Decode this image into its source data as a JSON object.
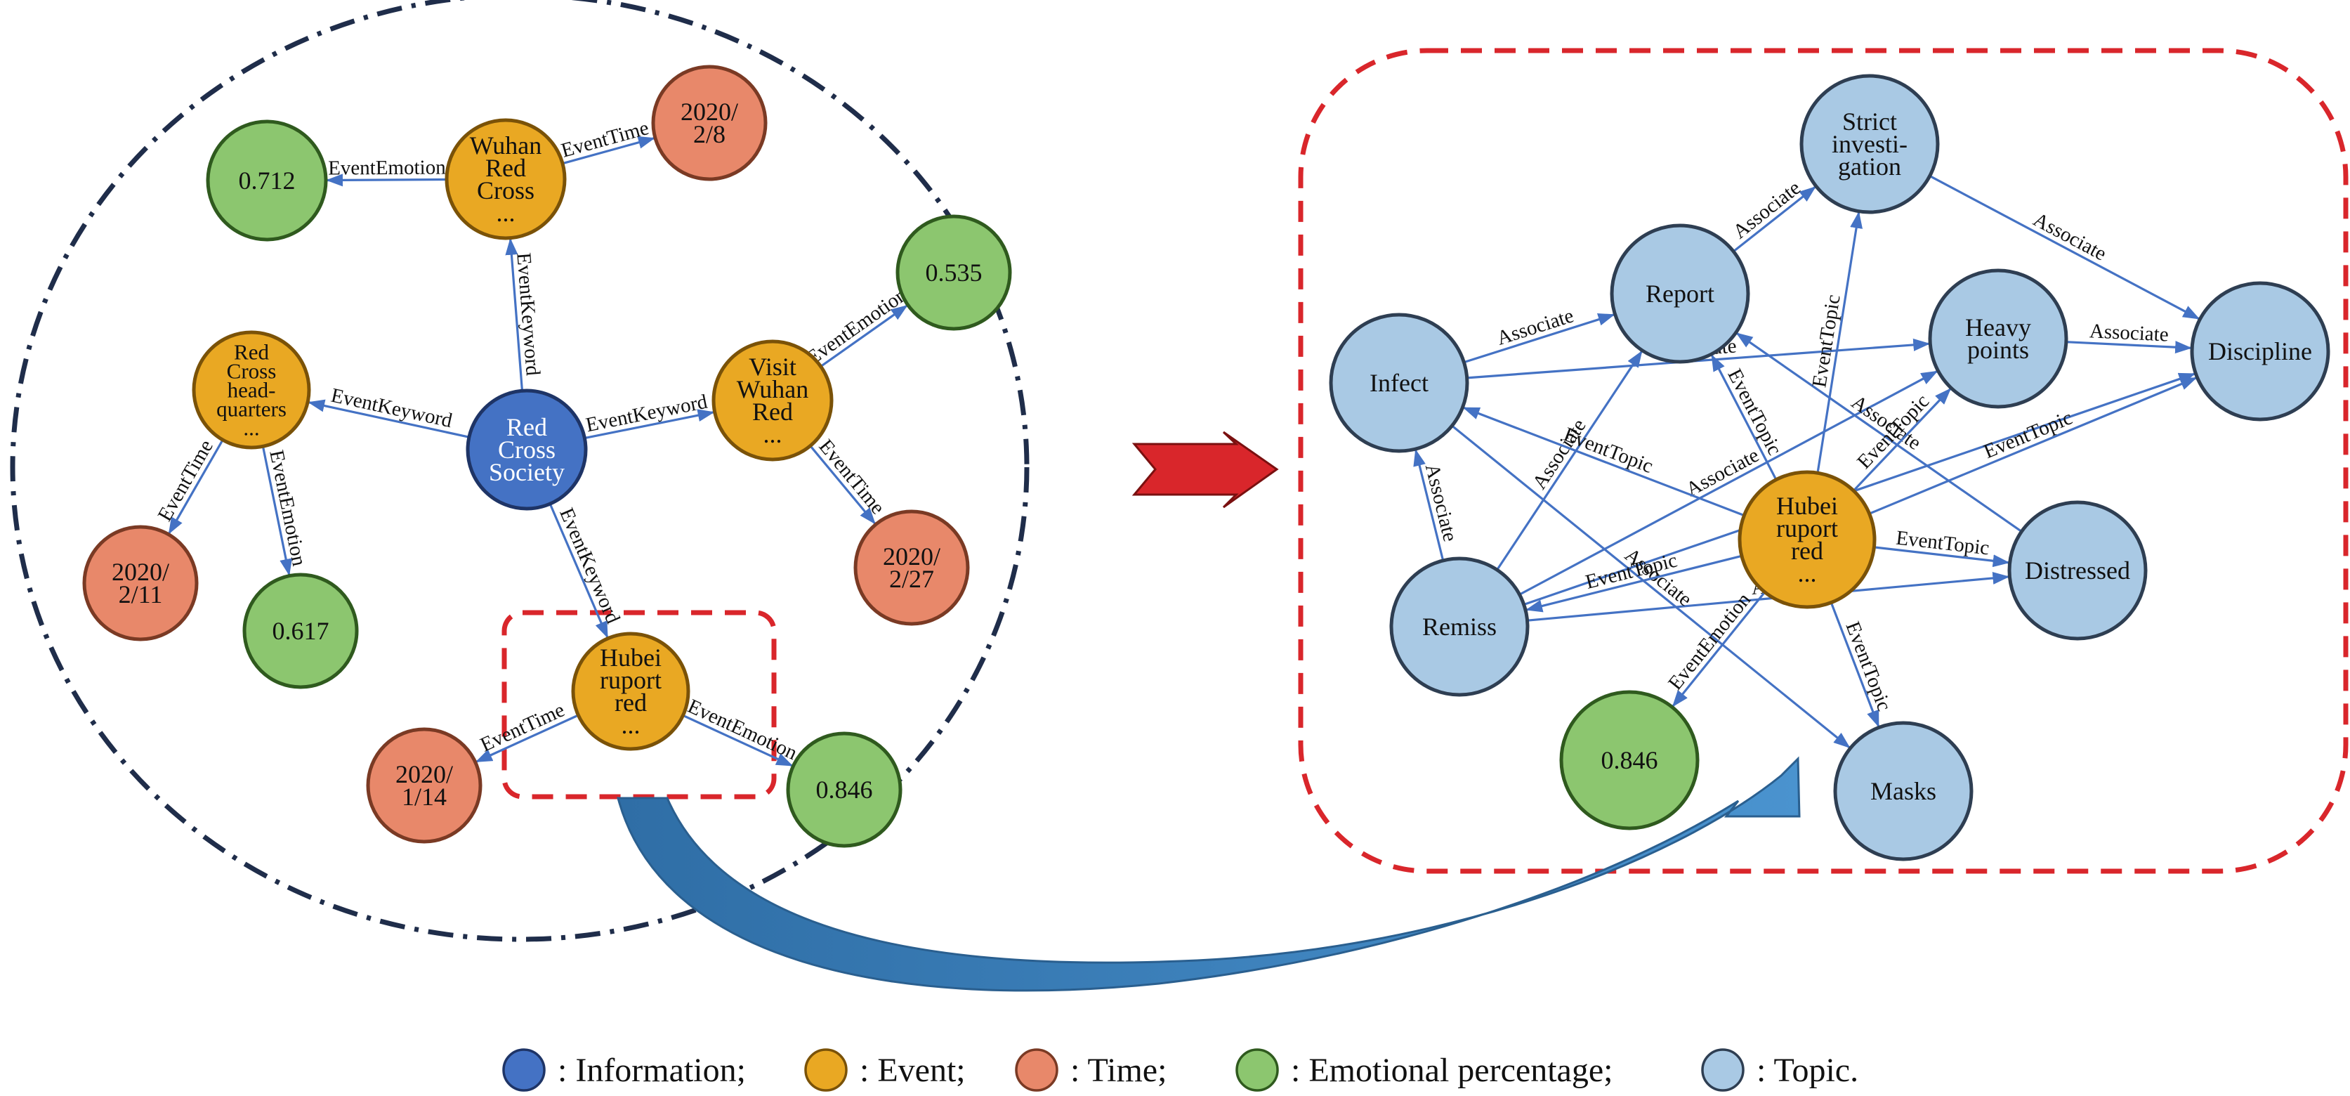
{
  "colors": {
    "information": "#4472c4",
    "event": "#e9a823",
    "time": "#e8886a",
    "emotion": "#8cc66f",
    "topic": "#a9c9e4",
    "edge": "#4472c4",
    "dashed_frame": "#d9262b",
    "dashdot_frame": "#1f2d4a",
    "big_arrow": "#d9262b",
    "curved_arrow": "#3a7fba"
  },
  "left_graph": {
    "nodes": [
      {
        "id": "red_cross_society",
        "category": "information",
        "lines": [
          "Red",
          "Cross",
          "Society"
        ]
      },
      {
        "id": "wuhan_red_cross",
        "category": "event",
        "lines": [
          "Wuhan",
          "Red",
          "Cross",
          "..."
        ]
      },
      {
        "id": "time_2020_2_8",
        "category": "time",
        "lines": [
          "2020/",
          "2/8"
        ]
      },
      {
        "id": "emotion_0712",
        "category": "emotion",
        "lines": [
          "0.712"
        ]
      },
      {
        "id": "visit_wuhan_red",
        "category": "event",
        "lines": [
          "Visit",
          "Wuhan",
          "Red",
          "..."
        ]
      },
      {
        "id": "emotion_0535",
        "category": "emotion",
        "lines": [
          "0.535"
        ]
      },
      {
        "id": "time_2020_2_27",
        "category": "time",
        "lines": [
          "2020/",
          "2/27"
        ]
      },
      {
        "id": "red_cross_hq",
        "category": "event",
        "lines": [
          "Red",
          "Cross",
          "head-",
          "quarters",
          "..."
        ]
      },
      {
        "id": "time_2020_2_11",
        "category": "time",
        "lines": [
          "2020/",
          "2/11"
        ]
      },
      {
        "id": "emotion_0617",
        "category": "emotion",
        "lines": [
          "0.617"
        ]
      },
      {
        "id": "hubei_ruport_red",
        "category": "event",
        "lines": [
          "Hubei",
          "ruport",
          "red",
          "..."
        ]
      },
      {
        "id": "time_2020_1_14",
        "category": "time",
        "lines": [
          "2020/",
          "1/14"
        ]
      },
      {
        "id": "emotion_0846_left",
        "category": "emotion",
        "lines": [
          "0.846"
        ]
      }
    ],
    "edges": [
      {
        "from": "red_cross_society",
        "to": "wuhan_red_cross",
        "label": "EventKeyword"
      },
      {
        "from": "red_cross_society",
        "to": "red_cross_hq",
        "label": "EventKeyword"
      },
      {
        "from": "red_cross_society",
        "to": "visit_wuhan_red",
        "label": "EventKeyword"
      },
      {
        "from": "red_cross_society",
        "to": "hubei_ruport_red",
        "label": "EventKeyword"
      },
      {
        "from": "wuhan_red_cross",
        "to": "emotion_0712",
        "label": "EventEmotion"
      },
      {
        "from": "wuhan_red_cross",
        "to": "time_2020_2_8",
        "label": "EventTime"
      },
      {
        "from": "visit_wuhan_red",
        "to": "emotion_0535",
        "label": "EventEmotion"
      },
      {
        "from": "visit_wuhan_red",
        "to": "time_2020_2_27",
        "label": "EventTime"
      },
      {
        "from": "red_cross_hq",
        "to": "time_2020_2_11",
        "label": "EventTime"
      },
      {
        "from": "red_cross_hq",
        "to": "emotion_0617",
        "label": "EventEmotion"
      },
      {
        "from": "hubei_ruport_red",
        "to": "time_2020_1_14",
        "label": "EventTime"
      },
      {
        "from": "hubei_ruport_red",
        "to": "emotion_0846_left",
        "label": "EventEmotion"
      }
    ]
  },
  "right_graph": {
    "nodes": [
      {
        "id": "strict_investigation",
        "category": "topic",
        "lines": [
          "Strict",
          "investi-",
          "gation"
        ]
      },
      {
        "id": "report",
        "category": "topic",
        "lines": [
          "Report"
        ]
      },
      {
        "id": "infect",
        "category": "topic",
        "lines": [
          "Infect"
        ]
      },
      {
        "id": "heavy_points",
        "category": "topic",
        "lines": [
          "Heavy",
          "points"
        ]
      },
      {
        "id": "discipline",
        "category": "topic",
        "lines": [
          "Discipline"
        ]
      },
      {
        "id": "hubei_ruport_red_right",
        "category": "event",
        "lines": [
          "Hubei",
          "ruport",
          "red",
          "..."
        ]
      },
      {
        "id": "remiss",
        "category": "topic",
        "lines": [
          "Remiss"
        ]
      },
      {
        "id": "distressed",
        "category": "topic",
        "lines": [
          "Distressed"
        ]
      },
      {
        "id": "emotion_0846_right",
        "category": "emotion",
        "lines": [
          "0.846"
        ]
      },
      {
        "id": "masks",
        "category": "topic",
        "lines": [
          "Masks"
        ]
      }
    ],
    "edges": [
      {
        "from": "report",
        "to": "strict_investigation",
        "label": "Associate"
      },
      {
        "from": "strict_investigation",
        "to": "discipline",
        "label": "Associate"
      },
      {
        "from": "infect",
        "to": "report",
        "label": "Associate"
      },
      {
        "from": "heavy_points",
        "to": "discipline",
        "label": "Associate"
      },
      {
        "from": "remiss",
        "to": "infect",
        "label": "Associate"
      },
      {
        "from": "remiss",
        "to": "report",
        "label": "Associate"
      },
      {
        "from": "remiss",
        "to": "heavy_points",
        "label": "Associate"
      },
      {
        "from": "remiss",
        "to": "discipline",
        "label": ""
      },
      {
        "from": "remiss",
        "to": "distressed",
        "label": "Associate"
      },
      {
        "from": "infect",
        "to": "heavy_points",
        "label": "Associate"
      },
      {
        "from": "infect",
        "to": "masks",
        "label": "Associate"
      },
      {
        "from": "distressed",
        "to": "report",
        "label": "Associate"
      },
      {
        "from": "hubei_ruport_red_right",
        "to": "strict_investigation",
        "label": "EventTopic"
      },
      {
        "from": "hubei_ruport_red_right",
        "to": "report",
        "label": "EventTopic"
      },
      {
        "from": "hubei_ruport_red_right",
        "to": "heavy_points",
        "label": "EventTopic"
      },
      {
        "from": "hubei_ruport_red_right",
        "to": "discipline",
        "label": "EventTopic"
      },
      {
        "from": "hubei_ruport_red_right",
        "to": "infect",
        "label": "EventTopic"
      },
      {
        "from": "hubei_ruport_red_right",
        "to": "remiss",
        "label": "EventTopic"
      },
      {
        "from": "hubei_ruport_red_right",
        "to": "distressed",
        "label": "EventTopic"
      },
      {
        "from": "hubei_ruport_red_right",
        "to": "masks",
        "label": "EventTopic"
      },
      {
        "from": "hubei_ruport_red_right",
        "to": "emotion_0846_right",
        "label": "EventEmotion"
      }
    ]
  },
  "legend": [
    {
      "category": "information",
      "label": ": Information;"
    },
    {
      "category": "event",
      "label": ": Event;"
    },
    {
      "category": "time",
      "label": ": Time;"
    },
    {
      "category": "emotion",
      "label": ": Emotional percentage;"
    },
    {
      "category": "topic",
      "label": ": Topic."
    }
  ]
}
